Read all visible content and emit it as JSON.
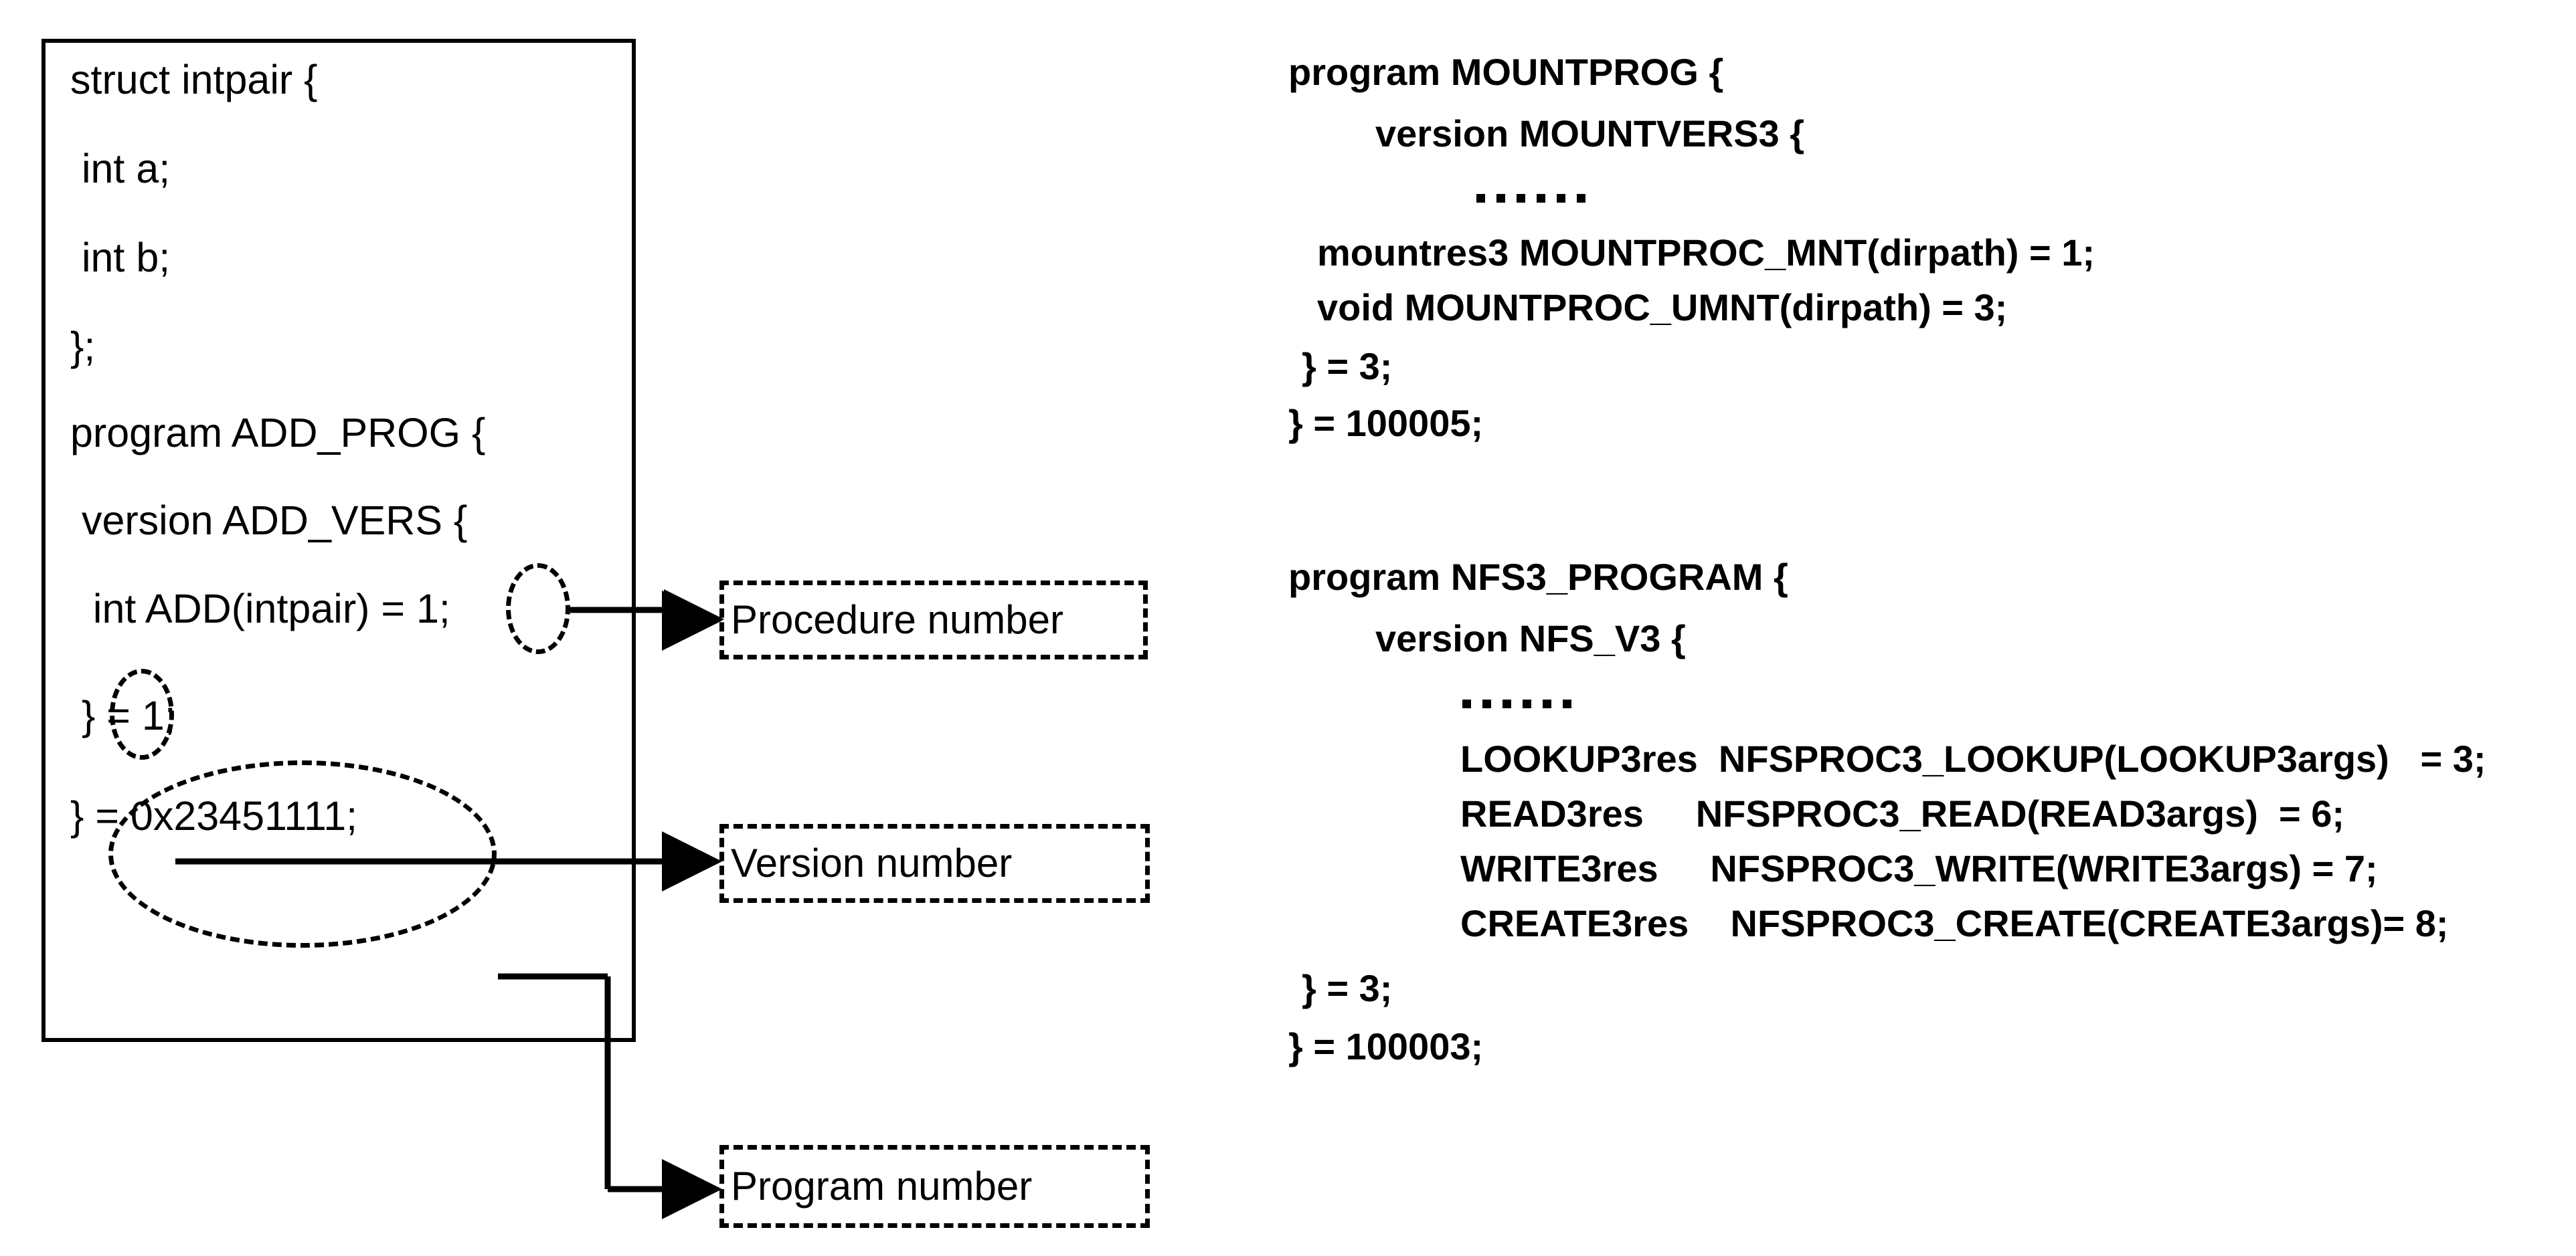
{
  "left_panel": {
    "name": "rpc-protocol-definition",
    "code_lines": [
      "struct intpair {",
      " int a;",
      " int b;",
      "};",
      "program ADD_PROG {",
      " version ADD_VERS {",
      "  int ADD(intpair) = 1;",
      " } = 1;",
      "} = 0x23451111;"
    ],
    "highlights": [
      {
        "name": "procedure-number-value",
        "text": "1;",
        "shape": "circle"
      },
      {
        "name": "version-number-value",
        "text": "1;",
        "shape": "circle"
      },
      {
        "name": "program-number-value",
        "text": "0x23451111;",
        "shape": "ellipse"
      }
    ]
  },
  "annotations": [
    {
      "name": "procedure-number-callout",
      "label": "Procedure number"
    },
    {
      "name": "version-number-callout",
      "label": "Version number"
    },
    {
      "name": "program-number-callout",
      "label": "Program number"
    }
  ],
  "right_panel": {
    "mount_program": {
      "name": "mount-program-definition",
      "lines": [
        {
          "text": "program MOUNTPROG {",
          "indent": 0
        },
        {
          "text": "version MOUNTVERS3 {",
          "indent": 1
        },
        {
          "text": "……",
          "indent": 2,
          "is_ellipsis": true
        },
        {
          "text": "mountres3 MOUNTPROC_MNT(dirpath) = 1;",
          "indent": 1
        },
        {
          "text": "void MOUNTPROC_UMNT(dirpath) = 3;",
          "indent": 1
        },
        {
          "text": "} = 3;",
          "indent": 1
        },
        {
          "text": "} = 100005;",
          "indent": 0
        }
      ],
      "version_number": "3",
      "program_number": "100005"
    },
    "nfs_program": {
      "name": "nfs3-program-definition",
      "lines": [
        {
          "text": "program NFS3_PROGRAM {",
          "indent": 0
        },
        {
          "text": "version NFS_V3 {",
          "indent": 1
        },
        {
          "text": "……",
          "indent": 2,
          "is_ellipsis": true
        },
        {
          "text": "LOOKUP3res  NFSPROC3_LOOKUP(LOOKUP3args)   = 3;",
          "indent": 2
        },
        {
          "text": "READ3res     NFSPROC3_READ(READ3args)  = 6;",
          "indent": 2
        },
        {
          "text": "WRITE3res     NFSPROC3_WRITE(WRITE3args) = 7;",
          "indent": 2
        },
        {
          "text": "CREATE3res    NFSPROC3_CREATE(CREATE3args)= 8;",
          "indent": 2
        },
        {
          "text": "} = 3;",
          "indent": 1
        },
        {
          "text": "} = 100003;",
          "indent": 0
        }
      ],
      "procedures": [
        {
          "result": "LOOKUP3res",
          "proc": "NFSPROC3_LOOKUP",
          "args": "LOOKUP3args",
          "number": "3"
        },
        {
          "result": "READ3res",
          "proc": "NFSPROC3_READ",
          "args": "READ3args",
          "number": "6"
        },
        {
          "result": "WRITE3res",
          "proc": "NFSPROC3_WRITE",
          "args": "WRITE3args",
          "number": "7"
        },
        {
          "result": "CREATE3res",
          "proc": "NFSPROC3_CREATE",
          "args": "CREATE3args",
          "number": "8"
        }
      ],
      "version_number": "3",
      "program_number": "100003"
    }
  },
  "colors": {
    "ink": "#000000",
    "background": "#ffffff"
  }
}
